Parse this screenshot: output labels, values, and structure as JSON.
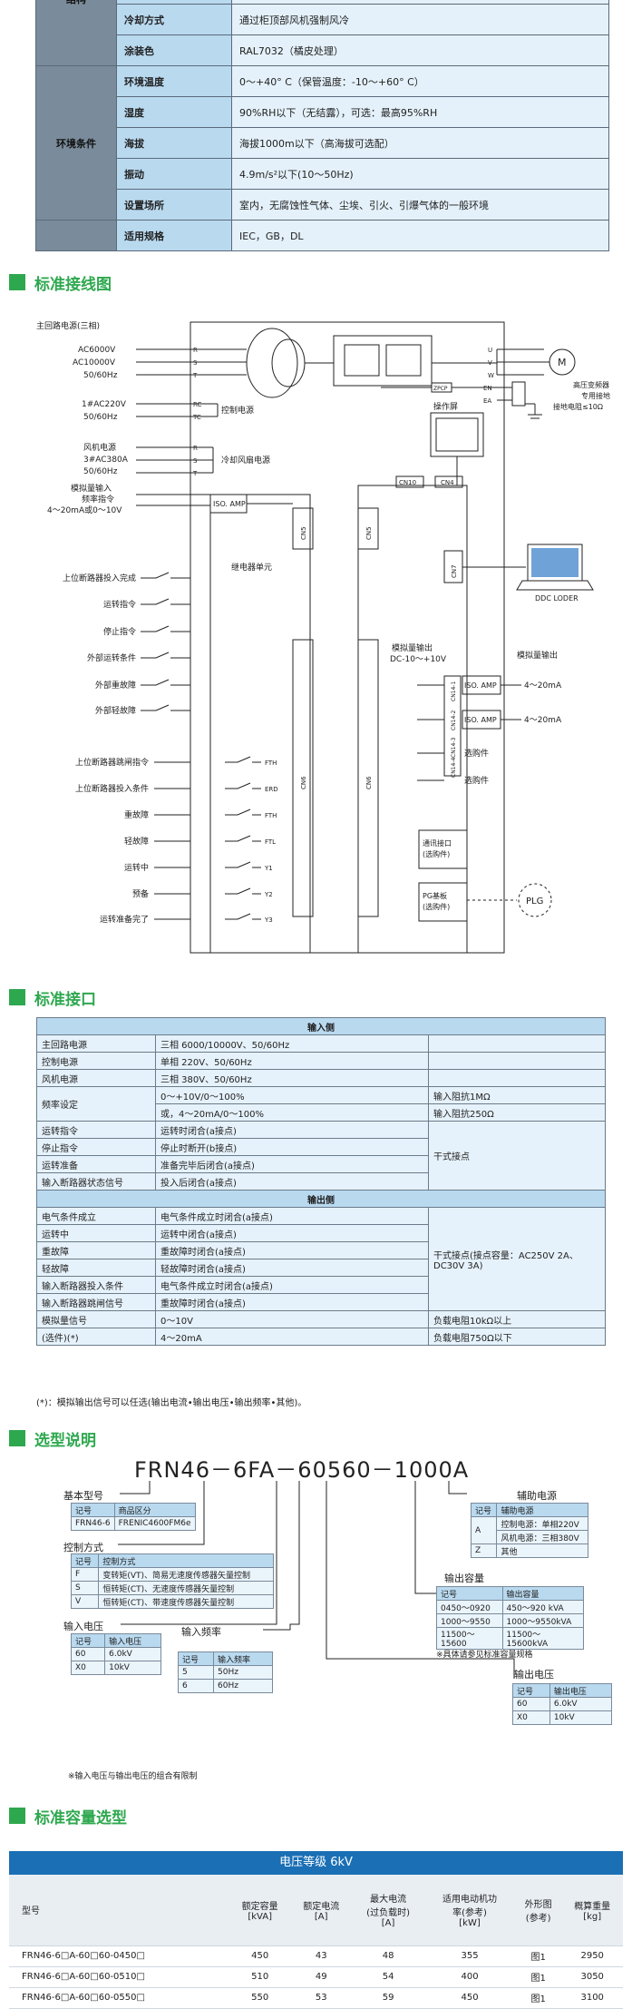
{
  "spec": {
    "group1": "结构",
    "group2": "环境条件",
    "rows1": [
      {
        "label": "冷却方式",
        "value": "通过柜顶部风机强制风冷"
      },
      {
        "label": "涂装色",
        "value": "RAL7032（橘皮处理）"
      }
    ],
    "rows2": [
      {
        "label": "环境温度",
        "value": "0～+40° C（保管温度：-10～+60° C）"
      },
      {
        "label": "湿度",
        "value": "90%RH以下（无结露），可选：最高95%RH"
      },
      {
        "label": "海拔",
        "value": "海拔1000m以下（高海拔可选配）"
      },
      {
        "label": "振动",
        "value": "4.9m/s²以下(10～50Hz)"
      },
      {
        "label": "设置场所",
        "value": "室内，无腐蚀性气体、尘埃、引火、引爆气体的一般环境"
      }
    ],
    "std_label": "适用规格",
    "std_value": "IEC，GB，DL"
  },
  "sections": {
    "wiring": "标准接线图",
    "interface": "标准接口",
    "model": "选型说明",
    "capacity": "标准容量选型"
  },
  "wiring": {
    "main_power": "主回路电源(三相)",
    "main_v1": "AC6000V",
    "main_v2": "AC10000V",
    "main_f": "50/60Hz",
    "ctrl_v": "1#AC220V",
    "ctrl_f": "50/60Hz",
    "ctrl_label": "控制电源",
    "fan_title": "风机电源",
    "fan_v": "3#AC380A",
    "fan_f": "50/60Hz",
    "fan_label": "冷却风扇电源",
    "analog_in1": "模拟量输入",
    "analog_in2": "频率指令",
    "analog_in3": "4～20mA或0～10V",
    "iso_amp": "ISO. AMP",
    "relay_unit": "继电器单元",
    "inputs": [
      "上位断路器投入完成",
      "运转指令",
      "停止指令",
      "外部运转条件",
      "外部重故障",
      "外部轻故障"
    ],
    "outputs": [
      "上位断路器跳闸指令",
      "上位断路器投入条件",
      "重故障",
      "轻故障",
      "运转中",
      "预备",
      "运转准备完了"
    ],
    "out_codes": [
      "FTH",
      "ERD",
      "FTH",
      "FTL",
      "Y1",
      "Y2",
      "Y3"
    ],
    "terms_main": [
      "R",
      "S",
      "T"
    ],
    "terms_ctrl": [
      "RC",
      "TC"
    ],
    "terms_fan": [
      "R",
      "S",
      "T"
    ],
    "terms_out": [
      "U",
      "V",
      "W",
      "EN",
      "EA"
    ],
    "motor": "M",
    "ground_note1": "高压变频器",
    "ground_note2": "专用接地",
    "ground_note3": "接地电阻≤10Ω",
    "operator": "操作屏",
    "cn": [
      "CN10",
      "CN4",
      "CN5",
      "CN5",
      "CN7",
      "CN6",
      "CN6"
    ],
    "cn14": [
      "CN14-1",
      "CN14-2",
      "CN14-3",
      "CN14-4"
    ],
    "pc_label": "DDC LODER",
    "ao_title1": "模拟量输出",
    "ao_title2": "DC-10～+10V",
    "ao_right": "模拟量输出",
    "ao_1": "4～20mA",
    "ao_2": "4～20mA",
    "opt1": "选购件",
    "opt2": "选购件",
    "comm1": "通讯接口",
    "comm2": "(选购件)",
    "pg1": "PG基板",
    "pg2": "(选购件)",
    "plg": "PLG",
    "zpcp": "ZPCP"
  },
  "interface": {
    "input_header": "输入侧",
    "output_header": "输出侧",
    "in_rows": [
      {
        "name": "主回路电源",
        "spec": "三相 6000/10000V、50/60Hz",
        "note": ""
      },
      {
        "name": "控制电源",
        "spec": "单相 220V、50/60Hz",
        "note": ""
      },
      {
        "name": "风机电源",
        "spec": "三相 380V、50/60Hz",
        "note": ""
      }
    ],
    "freq_name": "频率设定",
    "freq_spec1": "0～+10V/0～100%",
    "freq_note1": "输入阻抗1MΩ",
    "freq_spec2": "或，4～20mA/0～100%",
    "freq_note2": "输入阻抗250Ω",
    "dry_rows": [
      {
        "name": "运转指令",
        "spec": "运转时闭合(a接点)"
      },
      {
        "name": "停止指令",
        "spec": "停止时断开(b接点)"
      },
      {
        "name": "运转准备",
        "spec": "准备完毕后闭合(a接点)"
      },
      {
        "name": "输入断路器状态信号",
        "spec": "投入后闭合(a接点)"
      }
    ],
    "dry_note": "干式接点",
    "out_rows": [
      {
        "name": "电气条件成立",
        "spec": "电气条件成立时闭合(a接点)"
      },
      {
        "name": "运转中",
        "spec": "运转中闭合(a接点)"
      },
      {
        "name": "重故障",
        "spec": "重故障时闭合(a接点)"
      },
      {
        "name": "轻故障",
        "spec": "轻故障时闭合(a接点)"
      },
      {
        "name": "输入断路器投入条件",
        "spec": "电气条件成立时闭合(a接点)"
      },
      {
        "name": "输入断路器跳闸信号",
        "spec": "重故障时闭合(a接点)"
      }
    ],
    "out_note": "干式接点(接点容量：AC250V 2A、DC30V 3A)",
    "analog_name1": "模拟量信号",
    "analog_name2": "(选件)(*)",
    "analog_spec1": "0～10V",
    "analog_note1": "负载电阻10kΩ以上",
    "analog_spec2": "4～20mA",
    "analog_note2": "负载电阻750Ω以下",
    "footnote": "(*)：模拟输出信号可以任选(输出电流•输出电压•输出频率•其他)。"
  },
  "model": {
    "code_parts": [
      "FRN46",
      "－",
      "6",
      "F",
      "A",
      "－",
      "60",
      "5",
      "60",
      "－",
      "1000",
      "A"
    ],
    "basic_title": "基本型号",
    "basic_h": [
      "记号",
      "商品区分"
    ],
    "basic_r": [
      "FRN46-6",
      "FRENIC4600FM6e"
    ],
    "ctrl_title": "控制方式",
    "ctrl_h": [
      "记号",
      "控制方式"
    ],
    "ctrl_rows": [
      [
        "F",
        "变转矩(VT)、简易无速度传感器矢量控制"
      ],
      [
        "S",
        "恒转矩(CT)、无速度传感器矢量控制"
      ],
      [
        "V",
        "恒转矩(CT)、带速度传感器矢量控制"
      ]
    ],
    "vin_title": "输入电压",
    "vin_h": [
      "记号",
      "输入电压"
    ],
    "vin_rows": [
      [
        "60",
        "6.0kV"
      ],
      [
        "X0",
        "10kV"
      ]
    ],
    "fin_title": "输入频率",
    "fin_h": [
      "记号",
      "输入频率"
    ],
    "fin_rows": [
      [
        "5",
        "50Hz"
      ],
      [
        "6",
        "60Hz"
      ]
    ],
    "aux_title": "辅助电源",
    "aux_h": [
      "记号",
      "辅助电源"
    ],
    "aux_rows": [
      [
        "A",
        "控制电源：单相220V"
      ],
      [
        "",
        "风机电源：三相380V"
      ],
      [
        "Z",
        "其他"
      ]
    ],
    "cap_title": "输出容量",
    "cap_h": [
      "记号",
      "输出容量"
    ],
    "cap_rows": [
      [
        "0450～0920",
        "450～920 kVA"
      ],
      [
        "1000～9550",
        "1000～9550kVA"
      ],
      [
        "11500～15600",
        "11500～15600kVA"
      ]
    ],
    "cap_note": "※具体请参见标准容量规格",
    "vout_title": "输出电压",
    "vout_h": [
      "记号",
      "输出电压"
    ],
    "vout_rows": [
      [
        "60",
        "6.0kV"
      ],
      [
        "X0",
        "10kV"
      ]
    ],
    "combo_note": "※输入电压与输出电压的组合有限制"
  },
  "capacity": {
    "title": "电压等级 6kV",
    "headers": [
      "型号",
      "额定容量\n[kVA]",
      "额定电流\n[A]",
      "最大电流\n(过负载时)\n[A]",
      "适用电动机功\n率(参考)\n[kW]",
      "外形图\n(参考)",
      "概算重量\n[kg]"
    ],
    "rows": [
      [
        "FRN46-6□A-60□60-0450□",
        "450",
        "43",
        "48",
        "355",
        "图1",
        "2950"
      ],
      [
        "FRN46-6□A-60□60-0510□",
        "510",
        "49",
        "54",
        "400",
        "图1",
        "3050"
      ],
      [
        "FRN46-6□A-60□60-0550□",
        "550",
        "53",
        "59",
        "450",
        "图1",
        "3100"
      ]
    ]
  }
}
